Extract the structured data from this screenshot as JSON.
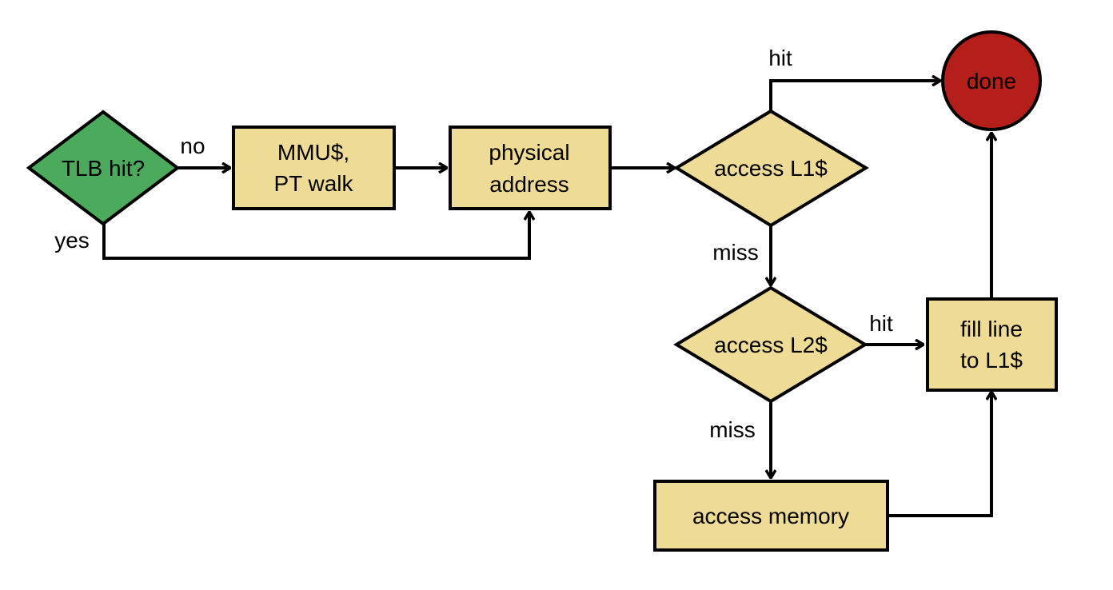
{
  "colors": {
    "decision_start": "#4caa5c",
    "process": "#eedb96",
    "terminal": "#b51f1a",
    "line": "#000000",
    "background": "#ffffff"
  },
  "nodes": {
    "tlb_hit": {
      "label": "TLB hit?"
    },
    "mmu_walk": {
      "line1": "MMU$,",
      "line2": "PT walk"
    },
    "physical_address": {
      "line1": "physical",
      "line2": "address"
    },
    "access_l1": {
      "label": "access L1$"
    },
    "access_l2": {
      "label": "access L2$"
    },
    "access_memory": {
      "label": "access memory"
    },
    "fill_line": {
      "line1": "fill line",
      "line2": "to L1$"
    },
    "done": {
      "label": "done"
    }
  },
  "edges": {
    "tlb_no": "no",
    "tlb_yes": "yes",
    "l1_hit": "hit",
    "l1_miss": "miss",
    "l2_hit": "hit",
    "l2_miss": "miss"
  }
}
